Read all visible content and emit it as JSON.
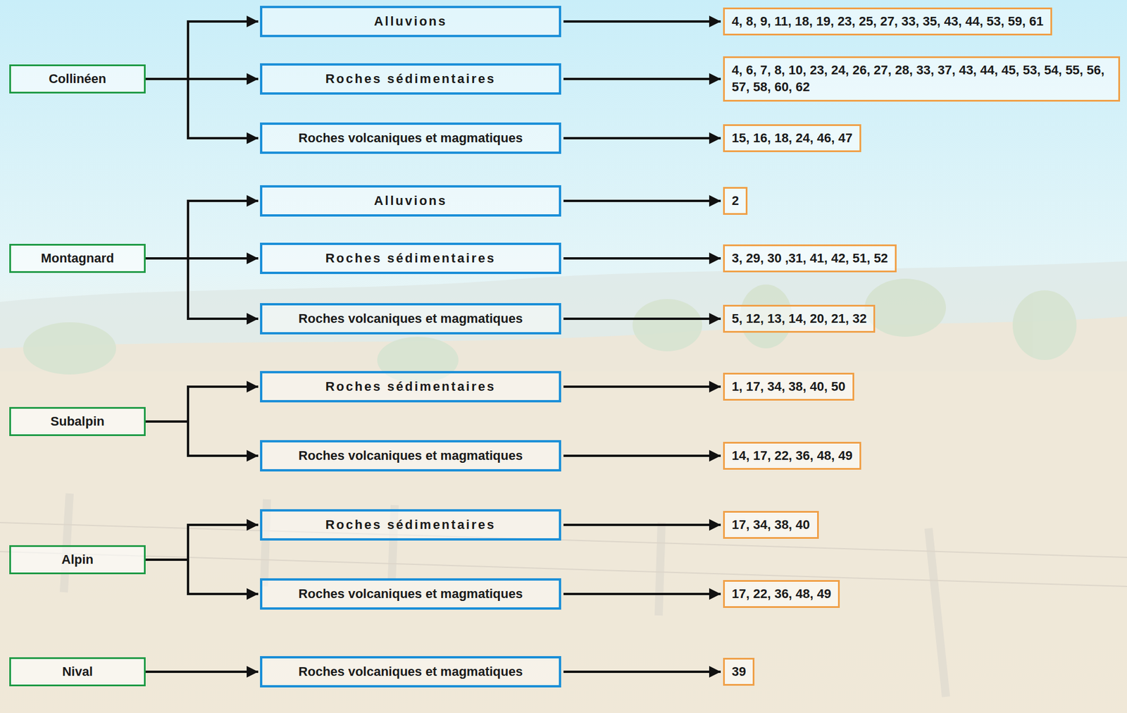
{
  "diagram": {
    "nodes": [
      {
        "text": [
          "Collinéen"
        ]
      },
      {
        "text": [
          "Alluvions"
        ]
      },
      {
        "text": [
          "4, 8, 9, 11, 18, 19, 23, 25, 27, 33, 35, 43, 44, 53, 59, 61"
        ]
      },
      {
        "text": [
          "Roches sédimentaires"
        ]
      },
      {
        "text": [
          "4, 6, 7, 8, 10, 23, 24, 26, 27, 28, 33, 37, 43, 44, 45, 53, 54, 55, 56, 57, 58, 60, 62"
        ]
      },
      {
        "text": [
          "Roches volcaniques et magmatiques"
        ]
      },
      {
        "text": [
          "15, 16, 18, 24, 46, 47"
        ]
      },
      {
        "text": [
          "Montagnard"
        ]
      },
      {
        "text": [
          "Alluvions"
        ]
      },
      {
        "text": [
          "2"
        ]
      },
      {
        "text": [
          "Roches sédimentaires"
        ]
      },
      {
        "text": [
          "3, 29, 30 ,31, 41, 42, 51, 52"
        ]
      },
      {
        "text": [
          "Roches volcaniques et magmatiques"
        ]
      },
      {
        "text": [
          "5, 12, 13, 14, 20, 21, 32"
        ]
      },
      {
        "text": [
          "Subalpin"
        ]
      },
      {
        "text": [
          "Roches sédimentaires"
        ]
      },
      {
        "text": [
          "1, 17, 34, 38, 40, 50"
        ]
      },
      {
        "text": [
          "Roches volcaniques et magmatiques"
        ]
      },
      {
        "text": [
          "14, 17, 22, 36, 48, 49"
        ]
      },
      {
        "text": [
          "Alpin"
        ]
      },
      {
        "text": [
          "Roches sédimentaires"
        ]
      },
      {
        "text": [
          "17, 34, 38, 40"
        ]
      },
      {
        "text": [
          "Roches volcaniques et magmatiques"
        ]
      },
      {
        "text": [
          "17, 22, 36, 48, 49"
        ]
      },
      {
        "text": [
          "Nival"
        ]
      },
      {
        "text": [
          "Roches volcaniques et magmatiques"
        ]
      },
      {
        "text": [
          "39"
        ]
      }
    ],
    "edges": [
      {
        "from": 0,
        "to": 1,
        "arrow": "to"
      },
      {
        "from": 1,
        "to": 2,
        "arrow": "to"
      },
      {
        "from": 0,
        "to": 3,
        "arrow": "to"
      },
      {
        "from": 3,
        "to": 4,
        "arrow": "to"
      },
      {
        "from": 0,
        "to": 5,
        "arrow": "to"
      },
      {
        "from": 5,
        "to": 6,
        "arrow": "to"
      },
      {
        "from": 7,
        "to": 8,
        "arrow": "to"
      },
      {
        "from": 8,
        "to": 9,
        "arrow": "to"
      },
      {
        "from": 7,
        "to": 10,
        "arrow": "to"
      },
      {
        "from": 10,
        "to": 11,
        "arrow": "to"
      },
      {
        "from": 7,
        "to": 12,
        "arrow": "to"
      },
      {
        "from": 12,
        "to": 13,
        "arrow": "to"
      },
      {
        "from": 14,
        "to": 15,
        "arrow": "to"
      },
      {
        "from": 15,
        "to": 16,
        "arrow": "to"
      },
      {
        "from": 14,
        "to": 17,
        "arrow": "to"
      },
      {
        "from": 17,
        "to": 18,
        "arrow": "to"
      },
      {
        "from": 19,
        "to": 20,
        "arrow": "to"
      },
      {
        "from": 20,
        "to": 21,
        "arrow": "to"
      },
      {
        "from": 19,
        "to": 22,
        "arrow": "to"
      },
      {
        "from": 22,
        "to": 23,
        "arrow": "to"
      },
      {
        "from": 24,
        "to": 25,
        "arrow": "to"
      },
      {
        "from": 25,
        "to": 26,
        "arrow": "to"
      }
    ]
  }
}
